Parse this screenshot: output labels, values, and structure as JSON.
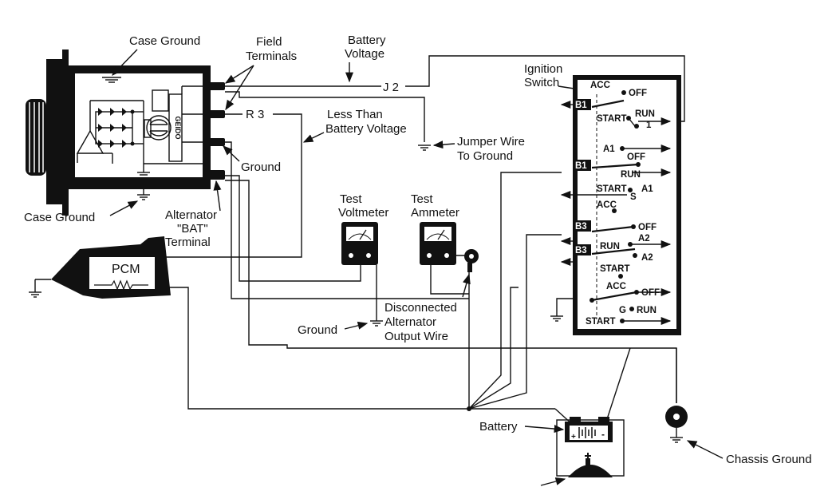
{
  "labels": {
    "case_ground_top": "Case Ground",
    "field_terminals_1": "Field",
    "field_terminals_2": "Terminals",
    "battery_voltage_1": "Battery",
    "battery_voltage_2": "Voltage",
    "ignition_switch_1": "Ignition",
    "ignition_switch_2": "Switch",
    "j2": "J 2",
    "r3": "R 3",
    "less_than_1": "Less Than",
    "less_than_2": "Battery Voltage",
    "jumper_1": "Jumper Wire",
    "jumper_2": "To Ground",
    "ground_alt": "Ground",
    "case_ground_bottom": "Case Ground",
    "alt_bat_1": "Alternator",
    "alt_bat_2": "\"BAT\"",
    "alt_bat_3": "Terminal",
    "test_voltmeter_1": "Test",
    "test_voltmeter_2": "Voltmeter",
    "test_ammeter_1": "Test",
    "test_ammeter_2": "Ammeter",
    "pcm": "PCM",
    "ground_meter": "Ground",
    "disconnected_1": "Disconnected",
    "disconnected_2": "Alternator",
    "disconnected_3": "Output Wire",
    "battery": "Battery",
    "chassis_ground": "Chassis Ground",
    "alt_regulator": "GEIDO"
  },
  "ignition_switch": {
    "acc": "ACC",
    "off": "OFF",
    "b1": "B1",
    "start": "START",
    "run": "RUN",
    "one": "1",
    "a1": "A1",
    "s": "S",
    "b3": "B3",
    "a2": "A2",
    "g": "G"
  },
  "battery_marks": {
    "plus": "+",
    "minus": "-"
  },
  "colors": {
    "line": "#111111",
    "background": "#ffffff"
  }
}
